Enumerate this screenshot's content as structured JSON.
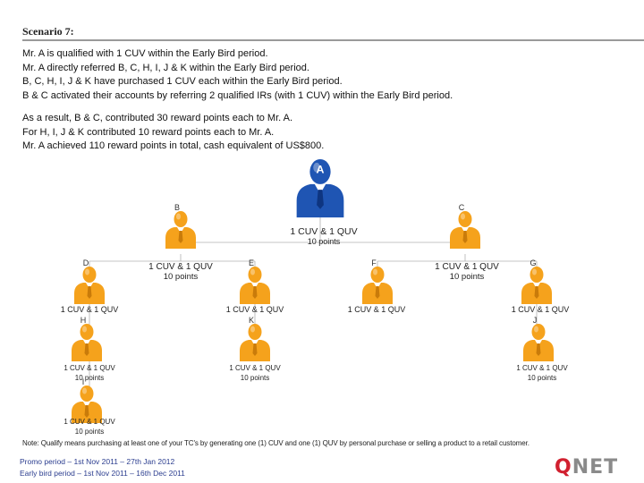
{
  "scenario_title": "Scenario 7:",
  "description": [
    "Mr. A is qualified with 1 CUV within the Early Bird period.",
    "Mr. A directly referred B, C, H, I, J & K within the Early Bird period.",
    "B, C, H, I, J & K have purchased 1 CUV each within the Early Bird period.",
    "B & C activated their accounts by referring 2 qualified IRs (with 1 CUV) within the Early Bird period."
  ],
  "result": [
    "As a result,  B & C, contributed 30 reward points each to Mr. A.",
    "For H, I, J & K contributed 10 reward points each to Mr. A.",
    "Mr. A achieved 110 reward points in total, cash equivalent of US$800."
  ],
  "tree": {
    "nodes": [
      {
        "id": "A",
        "label": "A"
      },
      {
        "id": "B",
        "label": "B"
      },
      {
        "id": "C",
        "label": "C"
      },
      {
        "id": "D",
        "label": "D"
      },
      {
        "id": "E",
        "label": "E"
      },
      {
        "id": "F",
        "label": "F"
      },
      {
        "id": "G",
        "label": "G"
      },
      {
        "id": "H",
        "label": "H"
      },
      {
        "id": "K",
        "label": "K"
      },
      {
        "id": "J",
        "label": "J"
      },
      {
        "id": "I",
        "label": "I"
      }
    ],
    "annotations": [
      {
        "id": "bc",
        "lines": [
          "1 CUV & 1 QUV",
          "10 points"
        ]
      },
      {
        "id": "b-sub",
        "lines": [
          "1 CUV & 1 QUV",
          "10 points"
        ]
      },
      {
        "id": "c-sub",
        "lines": [
          "1 CUV & 1 QUV",
          "10 points"
        ]
      },
      {
        "id": "d",
        "lines": [
          "1 CUV & 1 QUV"
        ]
      },
      {
        "id": "e",
        "lines": [
          "1 CUV & 1 QUV"
        ]
      },
      {
        "id": "f",
        "lines": [
          "1 CUV & 1 QUV"
        ]
      },
      {
        "id": "g",
        "lines": [
          "1 CUV & 1 QUV"
        ]
      },
      {
        "id": "h",
        "lines": [
          "1 CUV & 1 QUV",
          "10 points"
        ]
      },
      {
        "id": "k",
        "lines": [
          "1 CUV & 1 QUV",
          "10 points"
        ]
      },
      {
        "id": "j",
        "lines": [
          "1 CUV & 1 QUV",
          "10 points"
        ]
      },
      {
        "id": "i",
        "lines": [
          "1 CUV & 1 QUV",
          "10 points"
        ]
      }
    ]
  },
  "note": "Note:  Qualify means purchasing at least one of your TC's by generating one (1) CUV and one (1) QUV by personal purchase or selling a product to a retail customer.",
  "footer": {
    "promo_period": "Promo period – 1st Nov 2011 – 27th Jan 2012",
    "early_bird_period": "Early bird period – 1st Nov 2011 – 16th Dec 2011"
  },
  "logo": {
    "q": "Q",
    "rest": "NET"
  },
  "colors": {
    "orange": "#f5a21c",
    "blue": "#1f55b3",
    "connector": "#b0b0b0",
    "logo_red": "#d1202f",
    "footer_blue": "#2b3d8f"
  }
}
